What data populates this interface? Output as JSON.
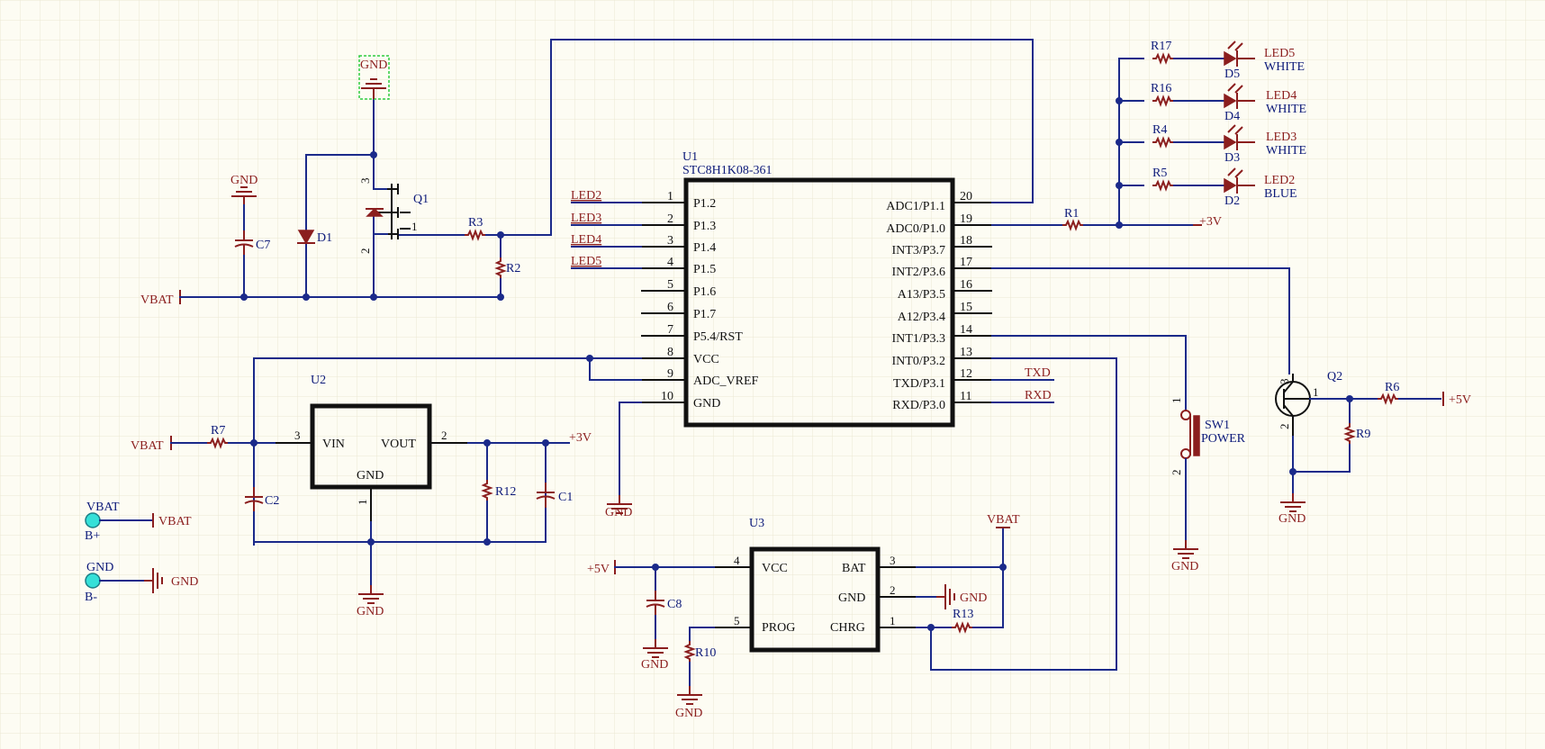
{
  "colors": {
    "background": "#fdfcf3",
    "grid": "#ebe7d3",
    "wire": "#1b2a8a",
    "part": "#8b1e1e",
    "body": "#111111",
    "connector": "#35e0d8"
  },
  "u1": {
    "ref": "U1",
    "value": "STC8H1K08-361",
    "left_pins": [
      {
        "num": "1",
        "name": "P1.2",
        "net": "LED2"
      },
      {
        "num": "2",
        "name": "P1.3",
        "net": "LED3"
      },
      {
        "num": "3",
        "name": "P1.4",
        "net": "LED4"
      },
      {
        "num": "4",
        "name": "P1.5",
        "net": "LED5"
      },
      {
        "num": "5",
        "name": "P1.6",
        "net": ""
      },
      {
        "num": "6",
        "name": "P1.7",
        "net": ""
      },
      {
        "num": "7",
        "name": "P5.4/RST",
        "net": ""
      },
      {
        "num": "8",
        "name": "VCC",
        "net": ""
      },
      {
        "num": "9",
        "name": "ADC_VREF",
        "net": ""
      },
      {
        "num": "10",
        "name": "GND",
        "net": ""
      }
    ],
    "right_pins": [
      {
        "num": "20",
        "name": "ADC1/P1.1",
        "net": ""
      },
      {
        "num": "19",
        "name": "ADC0/P1.0",
        "net": ""
      },
      {
        "num": "18",
        "name": "INT3/P3.7",
        "net": ""
      },
      {
        "num": "17",
        "name": "INT2/P3.6",
        "net": ""
      },
      {
        "num": "16",
        "name": "A13/P3.5",
        "net": ""
      },
      {
        "num": "15",
        "name": "A12/P3.4",
        "net": ""
      },
      {
        "num": "14",
        "name": "INT1/P3.3",
        "net": ""
      },
      {
        "num": "13",
        "name": "INT0/P3.2",
        "net": ""
      },
      {
        "num": "12",
        "name": "TXD/P3.1",
        "net": "TXD"
      },
      {
        "num": "11",
        "name": "RXD/P3.0",
        "net": "RXD"
      }
    ],
    "gnd": "GND"
  },
  "u2": {
    "ref": "U2",
    "vin": "VIN",
    "vout": "VOUT",
    "gnd": "GND",
    "pin_vin": "3",
    "pin_vout": "2",
    "pin_gnd": "1"
  },
  "u3": {
    "ref": "U3",
    "vcc": "VCC",
    "bat": "BAT",
    "gnd": "GND",
    "prog": "PROG",
    "chrg": "CHRG",
    "pin_vcc": "4",
    "pin_bat": "3",
    "pin_gnd": "2",
    "pin_prog": "5",
    "pin_chrg": "1"
  },
  "q1": {
    "ref": "Q1",
    "pin_d": "3",
    "pin_g": "1",
    "pin_s": "2"
  },
  "q2": {
    "ref": "Q2",
    "pin_c": "3",
    "pin_b": "1",
    "pin_e": "2"
  },
  "sw1": {
    "ref": "SW1",
    "value": "POWER",
    "pin1": "1",
    "pin2": "2"
  },
  "resistors": {
    "r1": "R1",
    "r2": "R2",
    "r3": "R3",
    "r4": "R4",
    "r5": "R5",
    "r6": "R6",
    "r7": "R7",
    "r9": "R9",
    "r10": "R10",
    "r12": "R12",
    "r13": "R13",
    "r16": "R16",
    "r17": "R17"
  },
  "capacitors": {
    "c1": "C1",
    "c2": "C2",
    "c7": "C7",
    "c8": "C8"
  },
  "diodes": {
    "d1": "D1"
  },
  "leds": [
    {
      "ref": "D5",
      "net": "LED5",
      "color": "WHITE"
    },
    {
      "ref": "D4",
      "net": "LED4",
      "color": "WHITE"
    },
    {
      "ref": "D3",
      "net": "LED3",
      "color": "WHITE"
    },
    {
      "ref": "D2",
      "net": "LED2",
      "color": "BLUE"
    }
  ],
  "connectors": [
    {
      "label": "VBAT",
      "pin": "B+",
      "net": "VBAT"
    },
    {
      "label": "GND",
      "pin": "B-",
      "net": "GND"
    }
  ],
  "nets": {
    "vbat": "VBAT",
    "gnd": "GND",
    "v3": "+3V",
    "v5": "+5V",
    "txd": "TXD",
    "rxd": "RXD"
  }
}
